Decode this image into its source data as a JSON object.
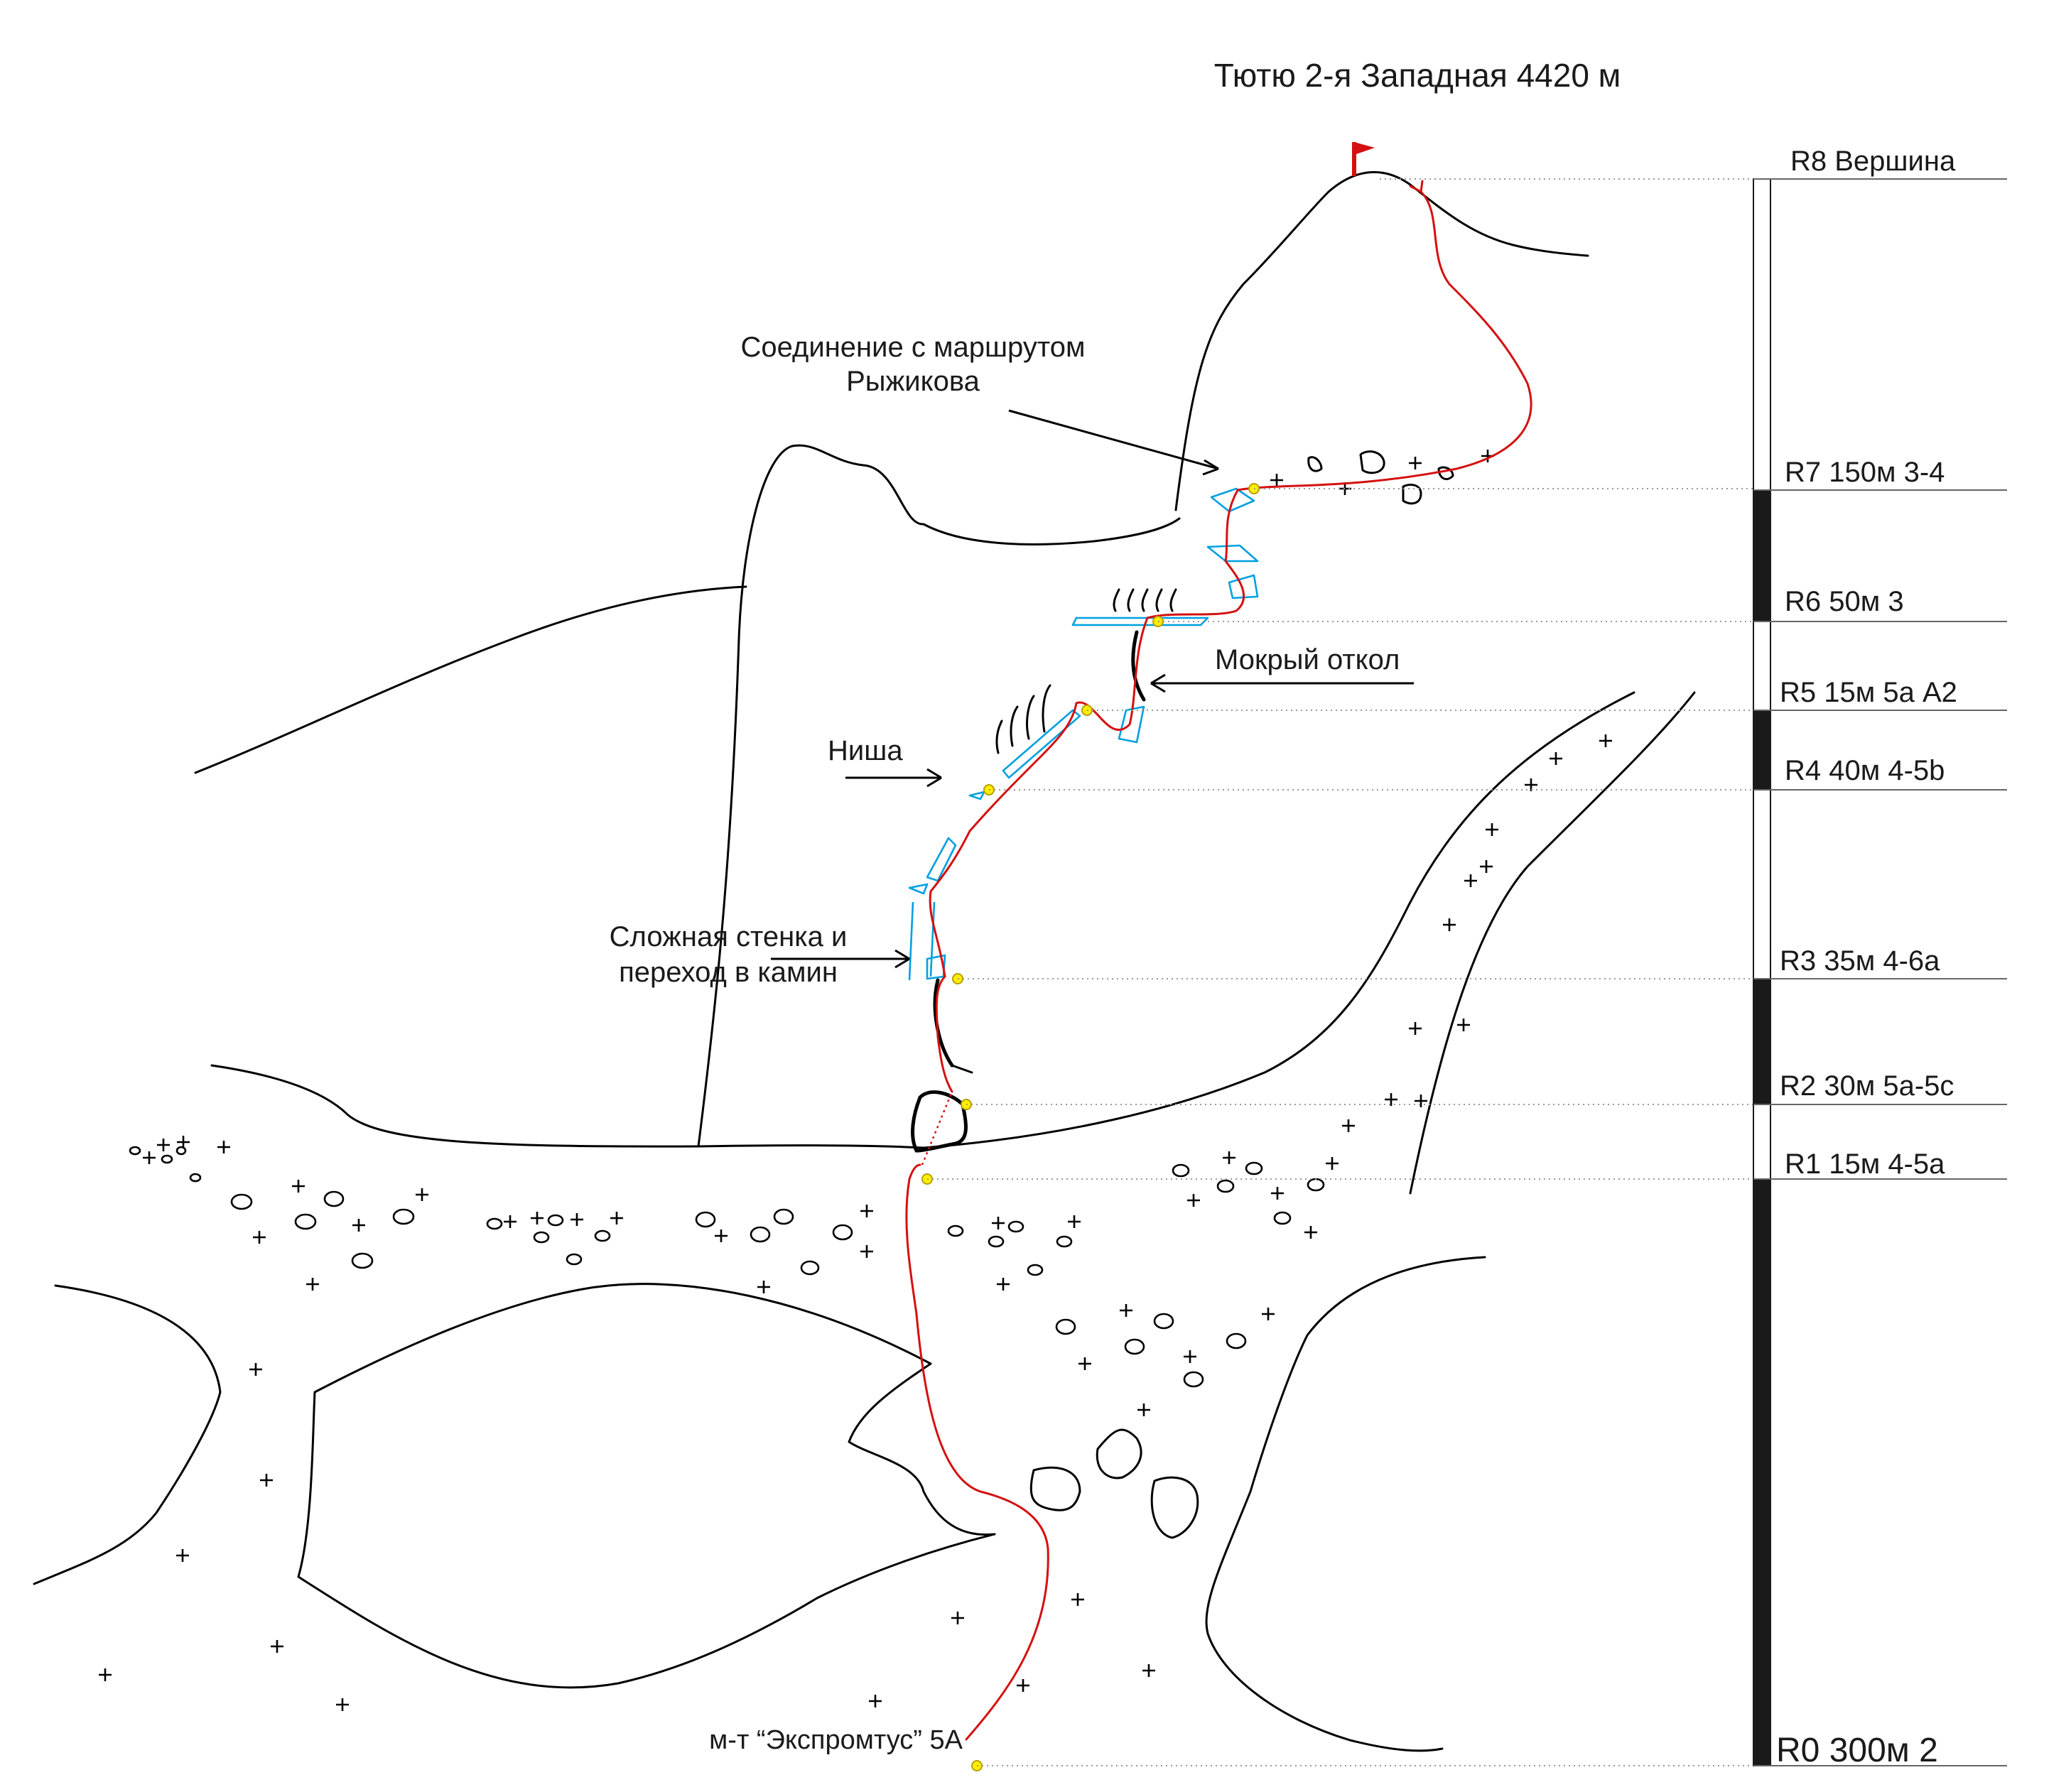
{
  "title": "Тютю 2-я Западная 4420 м",
  "labels": {
    "junction_line1": "Соединение с маршрутом",
    "junction_line2": "Рыжикова",
    "wet_flake": "Мокрый откол",
    "niche": "Ниша",
    "hard_wall_line1": "Сложная стенка и",
    "hard_wall_line2": "переход в камин",
    "start": "м-т “Экспромтус” 5А"
  },
  "pitches": [
    {
      "label": "R8 Вершина",
      "length_m": null,
      "grade": "",
      "bar": "white"
    },
    {
      "label": "R7 150м 3-4",
      "length_m": 150,
      "grade": "3-4",
      "bar": "white"
    },
    {
      "label": "R6 50м 3",
      "length_m": 50,
      "grade": "3",
      "bar": "black"
    },
    {
      "label": "R5 15м 5а А2",
      "length_m": 15,
      "grade": "5а А2",
      "bar": "white"
    },
    {
      "label": "R4 40м 4-5b",
      "length_m": 40,
      "grade": "4-5b",
      "bar": "black"
    },
    {
      "label": "R3 35м 4-6а",
      "length_m": 35,
      "grade": "4-6а",
      "bar": "white"
    },
    {
      "label": "R2 30м 5а-5с",
      "length_m": 30,
      "grade": "5а-5с",
      "bar": "black"
    },
    {
      "label": "R1 15м 4-5а",
      "length_m": 15,
      "grade": "4-5а",
      "bar": "white"
    },
    {
      "label": "R0 300м 2",
      "length_m": 300,
      "grade": "2",
      "bar": "black"
    }
  ],
  "colors": {
    "route": "#d41010",
    "rock_features": "#00a0e0",
    "belay_station": "#ffee00",
    "summit_flag": "#d41010",
    "terrain": "#000000"
  },
  "icons": [
    "summit-flag-icon",
    "belay-station-icon",
    "scree-cross-icon",
    "scree-ring-icon"
  ]
}
